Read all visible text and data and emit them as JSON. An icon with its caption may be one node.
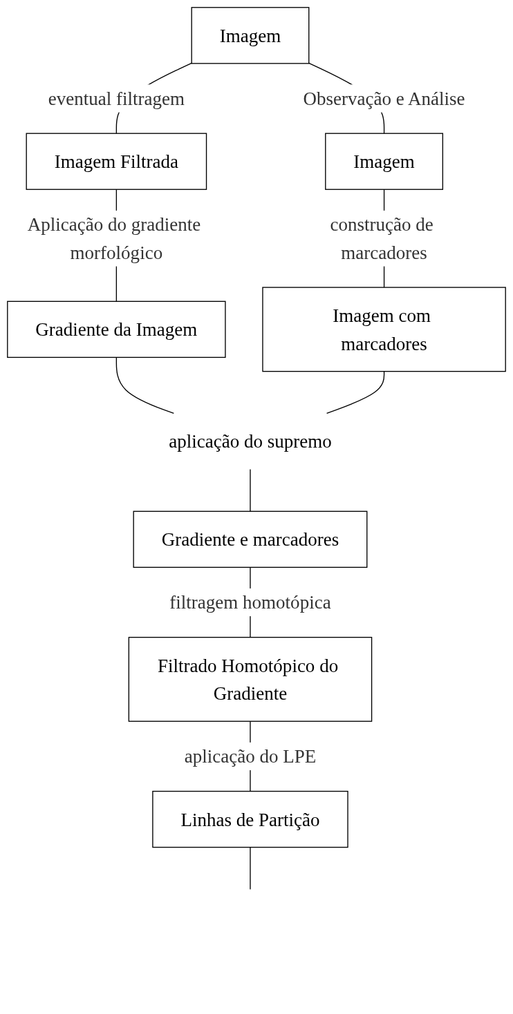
{
  "diagram": {
    "nodes": [
      {
        "text": [
          "Imagem"
        ]
      },
      {
        "text": [
          "Imagem"
        ]
      },
      {
        "text": [
          "Imagem Filtrada"
        ]
      },
      {
        "text": [
          "Gradiente da Imagem"
        ]
      },
      {
        "text": [
          "Imagem com marcadores"
        ]
      },
      {
        "text": [
          "aplicação do supremo"
        ]
      },
      {
        "text": [
          "Gradiente e marcadores"
        ]
      },
      {
        "text": [
          "Filtrado Homotópico do Gradiente"
        ]
      },
      {
        "text": [
          "Linhas de Partição"
        ]
      }
    ],
    "edges": [
      {
        "from": 0,
        "to": 1,
        "arrow": "none",
        "label": "Observação e Análise"
      },
      {
        "from": 0,
        "to": 2,
        "arrow": "none",
        "label": "eventual filtragem"
      },
      {
        "from": 1,
        "to": 4,
        "arrow": "none",
        "label": "construção de marcadores"
      },
      {
        "from": 2,
        "to": 3,
        "arrow": "none",
        "label": "Aplicação do gradiente morfológico"
      },
      {
        "from": 3,
        "to": 5,
        "arrow": "none"
      },
      {
        "from": 4,
        "to": 5,
        "arrow": "none"
      },
      {
        "from": 5,
        "to": 6,
        "arrow": "none"
      },
      {
        "from": 6,
        "to": 7,
        "arrow": "none",
        "label": "filtragem homotópica"
      },
      {
        "from": 7,
        "to": 8,
        "arrow": "none",
        "label": "aplicação do LPE"
      },
      {
        "from": 8,
        "to": null,
        "arrow": "none"
      }
    ]
  }
}
